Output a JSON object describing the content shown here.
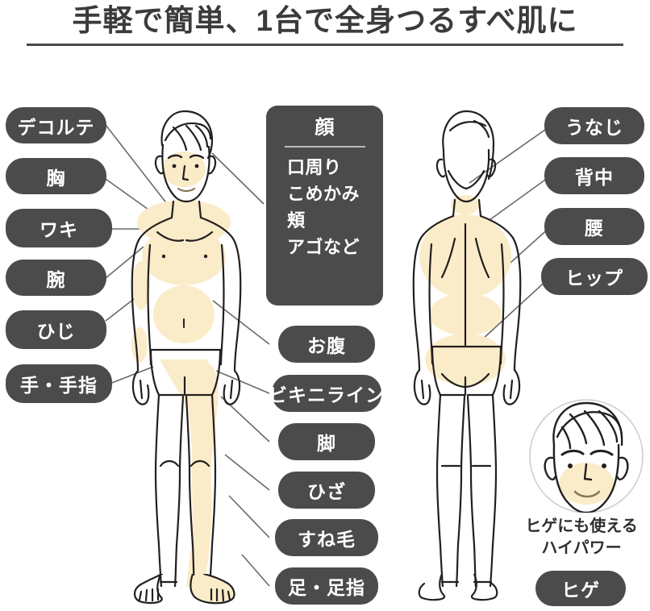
{
  "title": "手軽で簡単、1台で全身つるすべ肌に",
  "colors": {
    "pill_background": "#4b4b4b",
    "pill_text": "#ffffff",
    "highlight_cream": "#fbecc9",
    "outline": "#231f20",
    "connector_line": "#6a6a6a",
    "title_text": "#3b3b3b",
    "background": "#ffffff"
  },
  "left_labels": [
    {
      "label": "デコルテ"
    },
    {
      "label": "胸"
    },
    {
      "label": "ワキ"
    },
    {
      "label": "腕"
    },
    {
      "label": "ひじ"
    },
    {
      "label": "手・手指"
    }
  ],
  "face_box": {
    "title": "顔",
    "items": [
      "口周り",
      "こめかみ",
      "頬",
      "アゴなど"
    ]
  },
  "center_labels": [
    {
      "label": "お腹"
    },
    {
      "label": "ビキニライン"
    },
    {
      "label": "脚"
    },
    {
      "label": "ひざ"
    },
    {
      "label": "すね毛"
    },
    {
      "label": "足・足指"
    }
  ],
  "right_labels": [
    {
      "label": "うなじ"
    },
    {
      "label": "背中"
    },
    {
      "label": "腰"
    },
    {
      "label": "ヒップ"
    }
  ],
  "beard_section": {
    "caption_line1": "ヒゲにも使える",
    "caption_line2": "ハイパワー",
    "pill_label": "ヒゲ"
  }
}
